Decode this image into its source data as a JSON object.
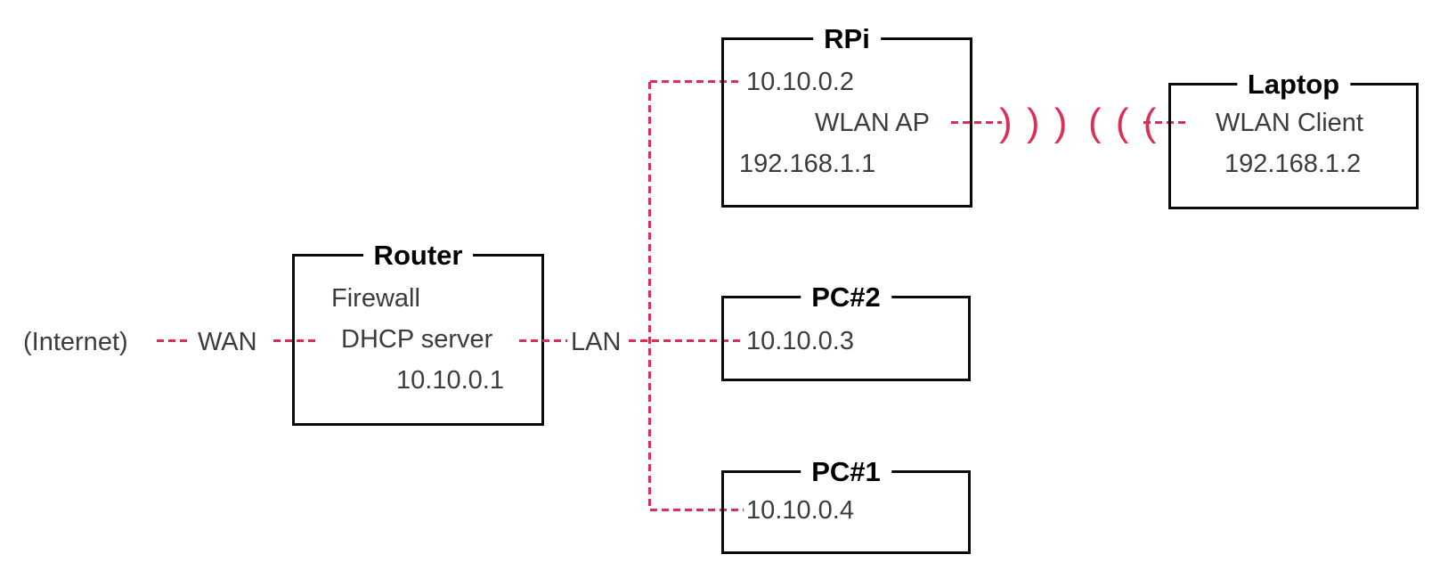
{
  "colors": {
    "connection": "#dd2e56",
    "box_border": "#0a0a0a",
    "body_text": "#3c3c3c",
    "title_text": "#000000",
    "background": "#ffffff"
  },
  "labels": {
    "internet": "(Internet)",
    "wan": "WAN",
    "lan": "LAN"
  },
  "nodes": {
    "router": {
      "title": "Router",
      "service1": "Firewall",
      "service2": "DHCP server",
      "ip": "10.10.0.1"
    },
    "rpi": {
      "title": "RPi",
      "lan_ip": "10.10.0.2",
      "role": "WLAN AP",
      "wlan_ip": "192.168.1.1"
    },
    "pc2": {
      "title": "PC#2",
      "ip": "10.10.0.3"
    },
    "pc1": {
      "title": "PC#1",
      "ip": "10.10.0.4"
    },
    "laptop": {
      "title": "Laptop",
      "role": "WLAN Client",
      "wlan_ip": "192.168.1.2"
    }
  },
  "wireless": {
    "transmit_icon": ") ) )",
    "receive_icon": "( ( ("
  }
}
